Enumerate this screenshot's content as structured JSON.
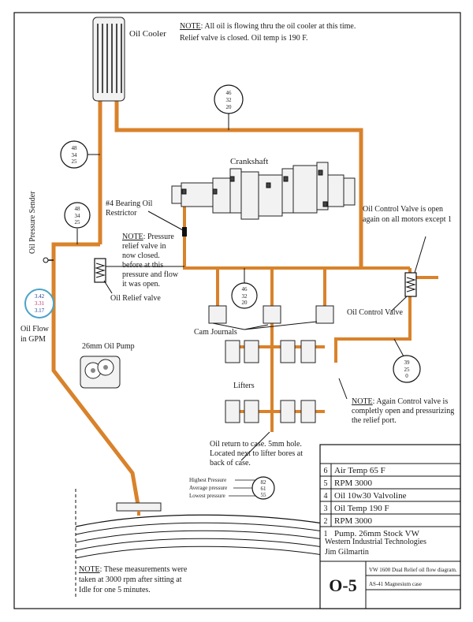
{
  "labels": {
    "oil_cooler": "Oil Cooler",
    "crankshaft": "Crankshaft",
    "bearing_restrictor_1": "#4 Bearing Oil",
    "bearing_restrictor_2": "Restrictor",
    "oil_pressure_sender": "Oil Pressure Sender",
    "oil_flow_1": "Oil Flow",
    "oil_flow_2": "in GPM",
    "oil_relief_valve": "Oil Relief valve",
    "oil_pump": "26mm Oil Pump",
    "cam_journals": "Cam Journals",
    "lifters": "Lifters",
    "oil_control_valve": "Oil Control Valve",
    "ocv_note_1": "Oil Control Valve is open",
    "ocv_note_2": "again on all motors except 1",
    "return_1": "Oil return to case. 5mm hole.",
    "return_2": "Located next to lifter bores at",
    "return_3": "back of case."
  },
  "notes": {
    "top": {
      "prefix": "NOTE",
      "line1": ": All oil is flowing thru the oil cooler at this time.",
      "line2": "Relief valve is closed. Oil temp is 190 F."
    },
    "relief": {
      "prefix": "NOTE",
      "line1": ": Pressure",
      "line2": "relief valve in",
      "line3": "now closed.",
      "line4": "before at this",
      "line5": "pressure and flow",
      "line6": "it was open."
    },
    "control": {
      "prefix": "NOTE",
      "line1": ": Again Control valve is",
      "line2": "completly open and pressurizing",
      "line3": "the relief port."
    },
    "bottom": {
      "prefix": "NOTE",
      "line1": ": These measurements were",
      "line2": "taken at 3000 rpm after sitting at",
      "line3": "Idle for one 5 minutes."
    }
  },
  "gauges": {
    "top": [
      "46",
      "32",
      "20"
    ],
    "left_upper": [
      "48",
      "34",
      "25"
    ],
    "left_lower": [
      "48",
      "34",
      "25"
    ],
    "center": [
      "46",
      "32",
      "20"
    ],
    "right": [
      "39",
      "25",
      "0"
    ],
    "flow": [
      "3.42",
      "3.31",
      "3.17"
    ],
    "legend": [
      "82",
      "61",
      "55"
    ]
  },
  "legend": {
    "highest": "Highest Pressure",
    "average": "Average pressure",
    "lowest": "Lowest pressure"
  },
  "title_block": {
    "rows": [
      {
        "num": "6",
        "text": "Air Temp 65 F"
      },
      {
        "num": "5",
        "text": "RPM 3000"
      },
      {
        "num": "4",
        "text": "Oil 10w30 Valvoline"
      },
      {
        "num": "3",
        "text": "Oil Temp 190 F"
      },
      {
        "num": "2",
        "text": "RPM 3000"
      },
      {
        "num": "1",
        "text": "Pump. 26mm Stock VW"
      }
    ],
    "company": "Western Industrial  Technologies",
    "author": "Jim Gilmartin",
    "drawing_no": "O-5",
    "desc1": "VW 1600 Dual Relief oil flow diagram.",
    "desc2": "AS-41 Magnesium case"
  },
  "colors": {
    "oil": "#d9822b",
    "flow_gauge_ring": "#4aa3c7",
    "flow_top_value": "#1a3d8f",
    "flow_mid_value": "#c0306b",
    "flow_low_value": "#1a3d8f"
  }
}
